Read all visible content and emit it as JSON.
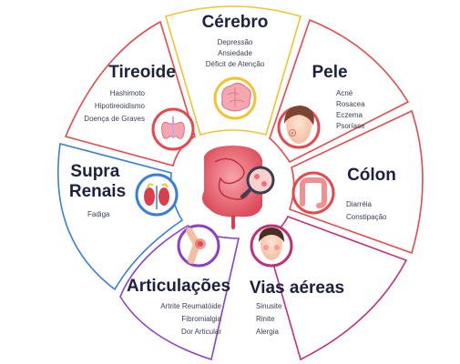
{
  "segments": [
    {
      "id": "cerebro",
      "title": "Cérebro",
      "color": "#f2c230",
      "items": [
        "Depressão",
        "Ansiedade",
        "Déficit de Atenção"
      ],
      "icon": "brain-icon"
    },
    {
      "id": "pele",
      "title": "Pele",
      "color": "#e5484d",
      "items": [
        "Acné",
        "Rosacea",
        "Eczema",
        "Psoríase"
      ],
      "icon": "face-skin-icon"
    },
    {
      "id": "colon",
      "title": "Cólon",
      "color": "#e5484d",
      "items": [
        "Diarréia",
        "Constipação"
      ],
      "icon": "colon-icon"
    },
    {
      "id": "vias",
      "title": "Vias aéreas",
      "color": "#c0307a",
      "items": [
        "Sinusite",
        "Rinite",
        "Alergia"
      ],
      "icon": "sinus-face-icon"
    },
    {
      "id": "articulacoes",
      "title": "Articulações",
      "color": "#8e3fc4",
      "items": [
        "Artrite Reumatóide",
        "Fibromialgia",
        "Dor Articular"
      ],
      "icon": "knee-joint-icon"
    },
    {
      "id": "supra",
      "title": "Supra Renais",
      "title_lines": [
        "Supra",
        "Renais"
      ],
      "color": "#3b7ed8",
      "items": [
        "Fadiga"
      ],
      "icon": "adrenal-kidney-icon"
    },
    {
      "id": "tireoide",
      "title": "Tireoide",
      "color": "#e5484d",
      "items": [
        "Hashimoto",
        "Hipotireoidismo",
        "Doença de Graves"
      ],
      "icon": "thyroid-icon"
    }
  ],
  "center": {
    "icon": "intestine-icon",
    "magnifier_icon": "magnifier-icon"
  }
}
